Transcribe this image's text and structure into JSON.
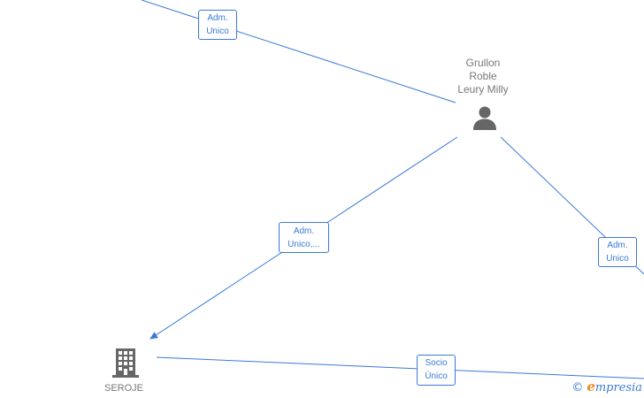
{
  "nodes": {
    "person": {
      "name_lines": [
        "Grullon",
        "Roble",
        "Leury Milly"
      ],
      "icon": "person-icon"
    },
    "company": {
      "name": "SEROJE",
      "icon": "building-icon"
    }
  },
  "edges": {
    "top_left": {
      "line1": "Adm.",
      "line2": "Unico"
    },
    "person_to_seroje": {
      "line1": "Adm.",
      "line2": "Unico,..."
    },
    "right": {
      "line1": "Adm.",
      "line2": "Unico"
    },
    "seroje_bottom": {
      "line1": "Socio",
      "line2": "Único"
    }
  },
  "colors": {
    "edge": "#3a7ad6",
    "node_icon": "#666666",
    "brand_e": "#f08a1c"
  },
  "watermark": {
    "copyright": "©",
    "brand_initial": "e",
    "brand_rest": "mpresia"
  }
}
